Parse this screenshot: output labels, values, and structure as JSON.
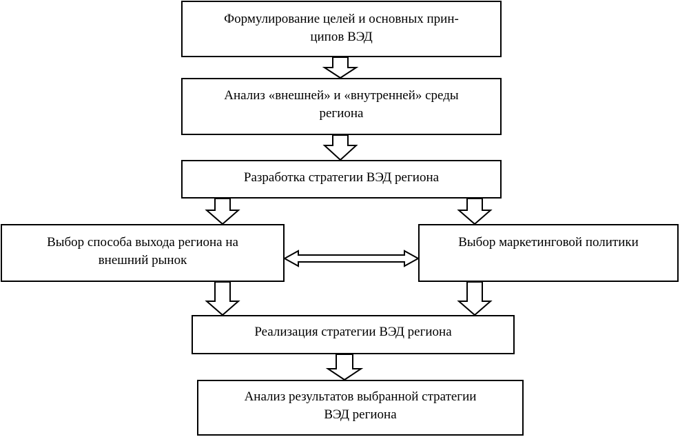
{
  "boxes": {
    "goals": "Формулирование целей и основных прин-\nципов ВЭД",
    "analysis": "Анализ «внешней» и «внутренней» среды\nрегиона",
    "strategy": "Разработка стратегии ВЭД региона",
    "market_entry": "Выбор способа выхода региона на\nвнешний рынок",
    "marketing": "Выбор маркетинговой политики",
    "implementation": "Реализация стратегии ВЭД региона",
    "results": "Анализ результатов выбранной стратегии\nВЭД региона"
  }
}
